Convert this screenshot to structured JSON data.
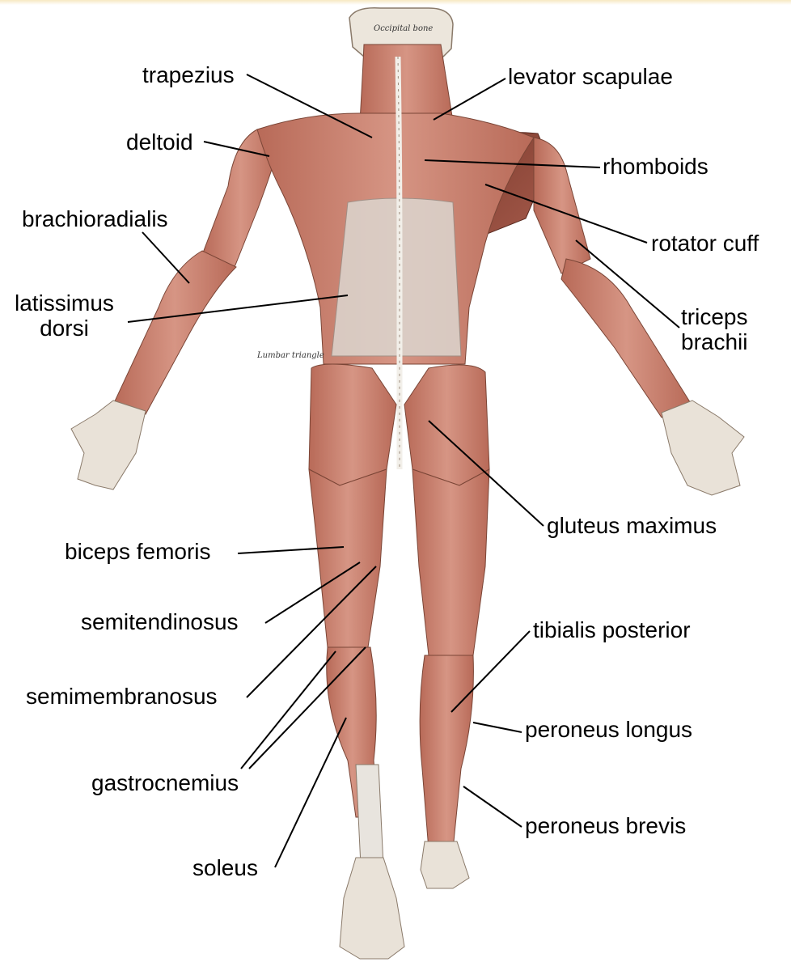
{
  "figure": {
    "small_captions": {
      "occipital_bone": "Occipital bone",
      "lumbar_triangle": "Lumbar triangle"
    },
    "colors": {
      "muscle": "#c9806e",
      "muscle_dark": "#8f4c3d",
      "tendon": "#e6e2dc",
      "bone": "#f1ede6",
      "line": "#000000"
    },
    "labels": {
      "trapezius": "trapezius",
      "levator_scapulae": "levator scapulae",
      "deltoid": "deltoid",
      "rhomboids": "rhomboids",
      "brachioradialis": "brachioradialis",
      "rotator_cuff": "rotator cuff",
      "latissimus_dorsi_1": "latissimus",
      "latissimus_dorsi_2": "dorsi",
      "triceps_brachii_1": "triceps",
      "triceps_brachii_2": "brachii",
      "gluteus_maximus": "gluteus maximus",
      "biceps_femoris": "biceps femoris",
      "semitendinosus": "semitendinosus",
      "tibialis_posterior": "tibialis posterior",
      "semimembranosus": "semimembranosus",
      "peroneus_longus": "peroneus longus",
      "gastrocnemius": "gastrocnemius",
      "peroneus_brevis": "peroneus brevis",
      "soleus": "soleus"
    }
  }
}
